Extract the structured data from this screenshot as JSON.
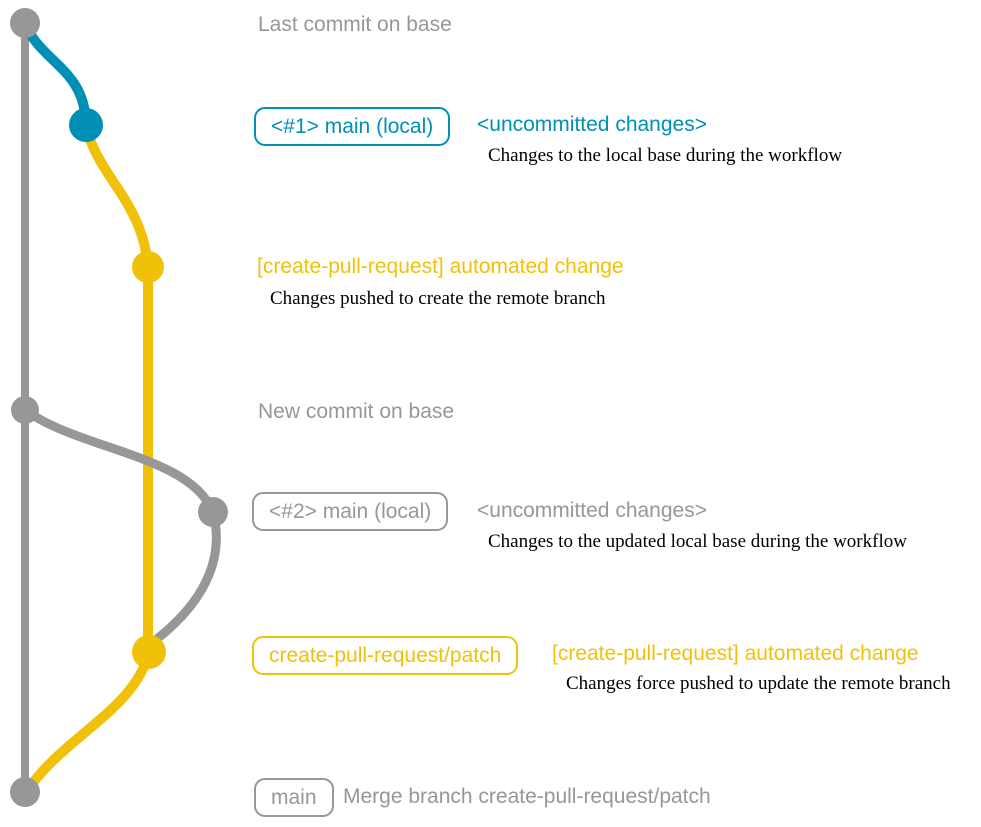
{
  "palette": {
    "gray": "#979797",
    "blue": "#008fb5",
    "yellow": "#f1c109",
    "description_text": "#000000",
    "background": "#ffffff"
  },
  "diagram": {
    "type": "git-branch-graph",
    "branch_colors": {
      "base": "#979797",
      "local_main": "#008fb5",
      "create_pull_request_patch": "#f1c109"
    }
  },
  "annotations": {
    "last_commit": {
      "label": "Last commit on base"
    },
    "commit1": {
      "badge": "<#1> main (local)",
      "message": "<uncommitted changes>",
      "description": "Changes to the local base during the workflow"
    },
    "push1": {
      "message": "[create-pull-request] automated change",
      "description": "Changes pushed to create the remote branch"
    },
    "new_commit": {
      "label": "New commit on base"
    },
    "commit2": {
      "badge": "<#2> main (local)",
      "message": "<uncommitted changes>",
      "description": "Changes to the updated local base during the workflow"
    },
    "push2": {
      "badge": "create-pull-request/patch",
      "message": "[create-pull-request] automated change",
      "description": "Changes force pushed to update the remote branch"
    },
    "merge": {
      "badge": "main",
      "message": "Merge branch create-pull-request/patch"
    }
  }
}
